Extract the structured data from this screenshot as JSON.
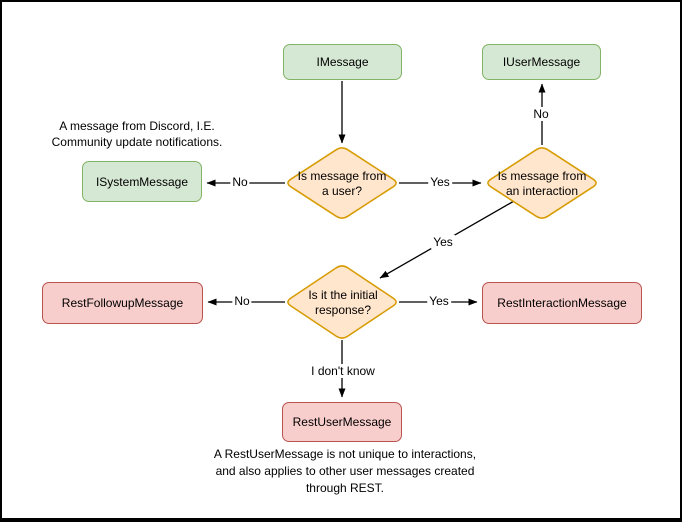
{
  "colors": {
    "background": "#ffffff",
    "edge": "#000000",
    "green_fill": "#d5e8d4",
    "green_border": "#82b366",
    "orange_fill": "#ffe6cc",
    "orange_border": "#d79b00",
    "red_fill": "#f8cecc",
    "red_border": "#b85450"
  },
  "nodes": {
    "imessage": "IMessage",
    "iusermessage": "IUserMessage",
    "isystemmessage": "ISystemMessage",
    "restfollowupmessage": "RestFollowupMessage",
    "restinteractionmessage": "RestInteractionMessage",
    "restusermessage": "RestUserMessage"
  },
  "decisions": {
    "is_from_user": "Is message from\na user?",
    "is_from_interaction": "Is message from\nan interaction",
    "is_initial_response": "Is it the initial\nresponse?"
  },
  "edge_labels": {
    "no_to_system": "No",
    "yes_to_interaction": "Yes",
    "no_to_usermessage": "No",
    "yes_to_initial": "Yes",
    "no_to_followup": "No",
    "yes_to_interactionmessage": "Yes",
    "dont_know": "I don't know"
  },
  "annotations": {
    "system_note": "A message from Discord, I.E.\nCommunity update notifications.",
    "restuser_note": "A RestUserMessage is not unique to interactions,\nand also applies to other user messages created\nthrough REST."
  }
}
